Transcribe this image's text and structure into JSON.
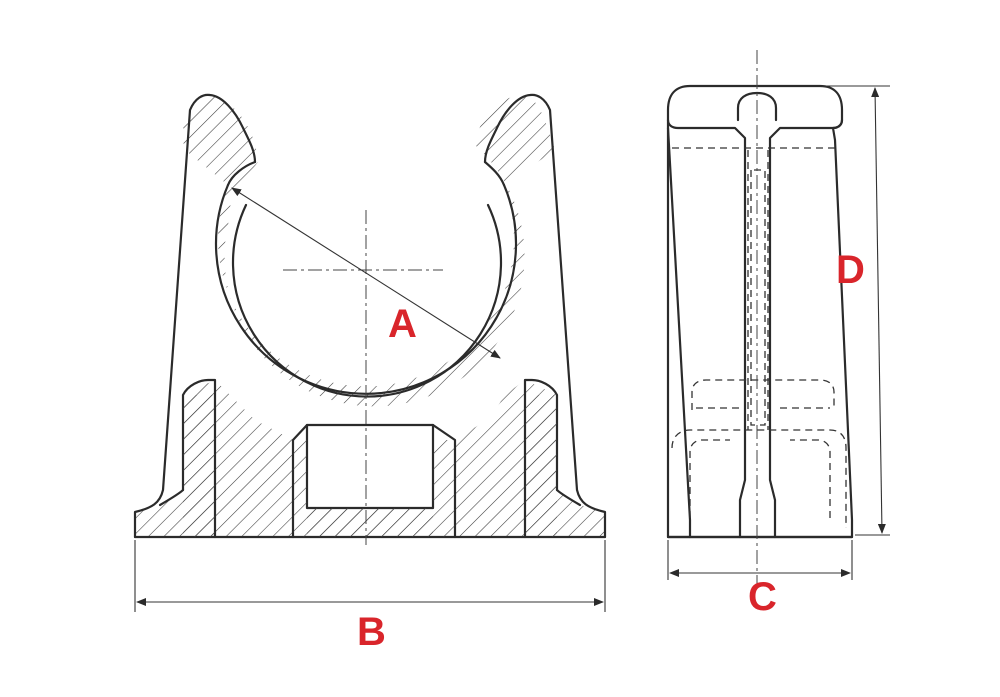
{
  "colors": {
    "line": "#2b2b2b",
    "hatch": "#3a3a3a",
    "label": "#d9252b",
    "background": "#ffffff"
  },
  "labels": {
    "a": "A",
    "b": "B",
    "c": "C",
    "d": "D"
  }
}
